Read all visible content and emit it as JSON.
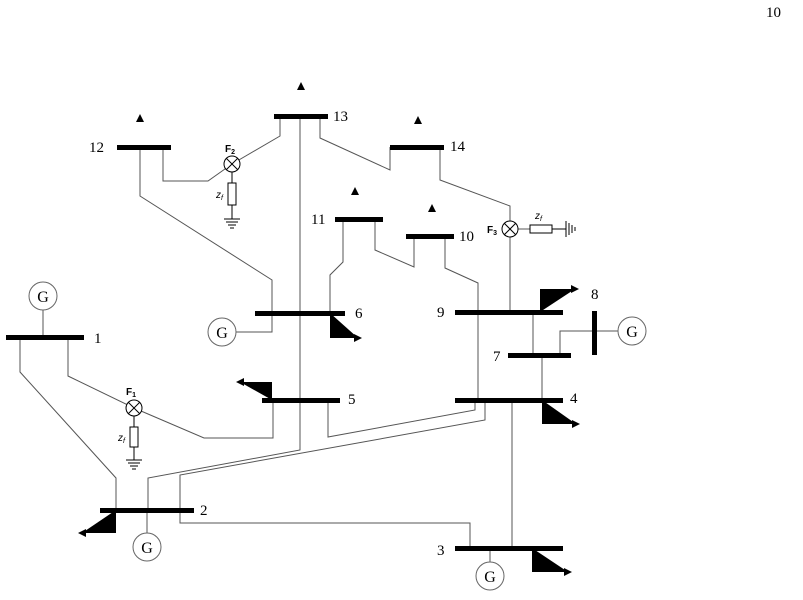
{
  "page_number": "10",
  "bus_labels": {
    "b1": "1",
    "b2": "2",
    "b3": "3",
    "b4": "4",
    "b5": "5",
    "b6": "6",
    "b7": "7",
    "b8": "8",
    "b9": "9",
    "b10": "10",
    "b11": "11",
    "b12": "12",
    "b13": "13",
    "b14": "14"
  },
  "generator_label": "G",
  "faults": {
    "f1": {
      "label": "F",
      "sub": "1"
    },
    "f2": {
      "label": "F",
      "sub": "2"
    },
    "f3": {
      "label": "F",
      "sub": "3"
    }
  },
  "fault_impedance": {
    "label": "z",
    "sub": "f"
  }
}
